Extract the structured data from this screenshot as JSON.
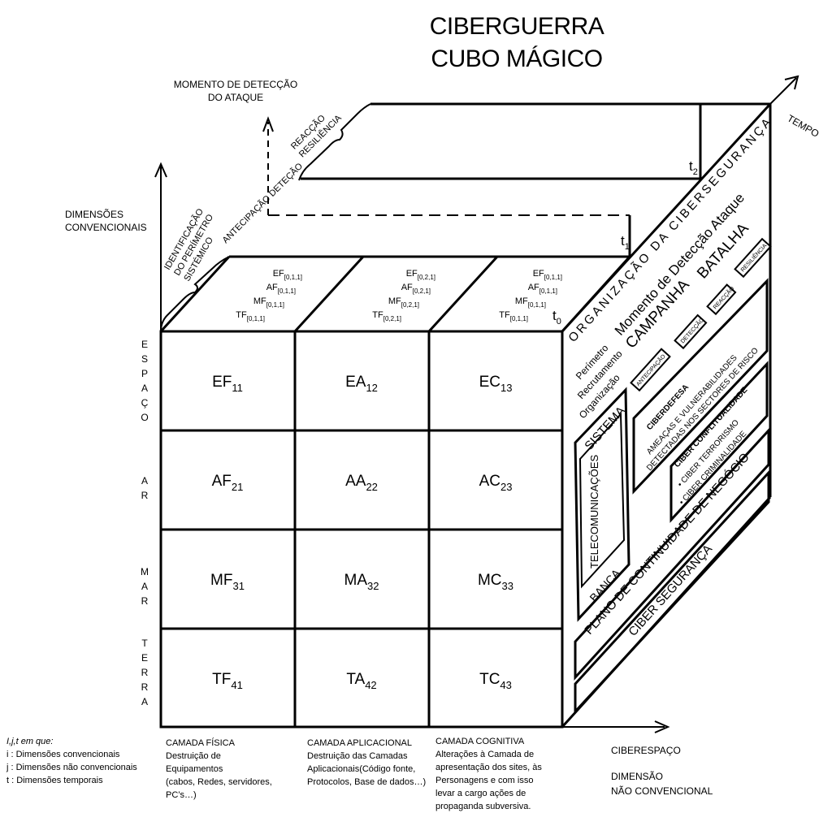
{
  "title": {
    "line1": "CIBERGUERRA",
    "line2": "CUBO MÁGICO"
  },
  "axes": {
    "momento": [
      "MOMENTO DE DETECÇÃO",
      "DO ATAQUE"
    ],
    "dimensoes": [
      "DIMENSÕES",
      "CONVENCIONAIS"
    ],
    "tempo": "TEMPO",
    "ciberespaco": "CIBERESPAÇO",
    "dimensao_nc": [
      "DIMENSÃO",
      "NÃO CONVENCIONAL"
    ]
  },
  "phases": {
    "identificacao": [
      "IDENTIFICAÇÃO",
      "DO PERÍMETRO",
      "SISTÉMICO"
    ],
    "antecipacao": "ANTECIPAÇÃO DETEÇÃO",
    "reaccao": [
      "REACÇÃO",
      "RESILIÊNCIA"
    ]
  },
  "time_marks": {
    "t0": {
      "base": "t",
      "sub": "0"
    },
    "t1": {
      "base": "t",
      "sub": "1"
    },
    "t2": {
      "base": "t",
      "sub": "2"
    }
  },
  "top_face": [
    [
      {
        "base": "EF",
        "sub": "[0,1,1]"
      },
      {
        "base": "AF",
        "sub": "[0,1,1]"
      },
      {
        "base": "MF",
        "sub": "[0,1,1]"
      },
      {
        "base": "TF",
        "sub": "[0,1,1]"
      }
    ],
    [
      {
        "base": "EF",
        "sub": "[0,2,1]"
      },
      {
        "base": "AF",
        "sub": "[0,2,1]"
      },
      {
        "base": "MF",
        "sub": "[0,2,1]"
      },
      {
        "base": "TF",
        "sub": "[0,2,1]"
      }
    ],
    [
      {
        "base": "EF",
        "sub": "[0,1,1]"
      },
      {
        "base": "AF",
        "sub": "[0,1,1]"
      },
      {
        "base": "MF",
        "sub": "[0,1,1]"
      },
      {
        "base": "TF",
        "sub": "[0,1,1]"
      }
    ]
  ],
  "grid": [
    [
      {
        "base": "EF",
        "sub": "11"
      },
      {
        "base": "EA",
        "sub": "12"
      },
      {
        "base": "EC",
        "sub": "13"
      }
    ],
    [
      {
        "base": "AF",
        "sub": "21"
      },
      {
        "base": "AA",
        "sub": "22"
      },
      {
        "base": "AC",
        "sub": "23"
      }
    ],
    [
      {
        "base": "MF",
        "sub": "31"
      },
      {
        "base": "MA",
        "sub": "32"
      },
      {
        "base": "MC",
        "sub": "33"
      }
    ],
    [
      {
        "base": "TF",
        "sub": "41"
      },
      {
        "base": "TA",
        "sub": "42"
      },
      {
        "base": "TC",
        "sub": "43"
      }
    ]
  ],
  "row_labels": [
    "ESPAÇO",
    "AR",
    "MAR",
    "TERRA"
  ],
  "right_face": {
    "organizacao": "ORGANIZAÇÃO DA CIBERSEGURANÇA",
    "momento": "Momento de Detecção Ataque",
    "campanha": "CAMPANHA",
    "batalha": "BATALHA",
    "perimetro": "Perímetro",
    "recrutamento": "Recrutamento",
    "organizacao_small": "Organização",
    "antecipacao": "ANTECIPAÇÃO",
    "deteccao": "DETECÇÃO",
    "reaccao": "REACÇÃO",
    "resiliencia": "RESILIÊNCIA",
    "sistema": "SISTEMA",
    "telecom": "TELECOMUNICAÇÕES",
    "banca": "BANCA",
    "ciberdefesa": "CIBERDEFESA",
    "ameacas": "AMEAÇAS E VULNERABILIDADES",
    "detectadas": "DETECTADAS NOS SECTORES DE RISCO",
    "conflitualidade": "CIBER CONFLITUALIDADE",
    "terrorismo": "• CIBER TERRORISMO",
    "criminalidade": "• CIBER CRIMINALIDADE",
    "plano": "PLANO DE CONTINUIDADE DE NEGÓCIO",
    "seguranca": "CIBER SEGURANÇA"
  },
  "legend": {
    "line0": "I,j,t em que:",
    "line1": "i : Dimensões convencionais",
    "line2": "j : Dimensões não convencionais",
    "line3": "t : Dimensões temporais"
  },
  "footnotes": [
    [
      "CAMADA FÍSICA",
      "Destruição de",
      "Equipamentos",
      "(cabos, Redes,  servidores,",
      "PC’s…)"
    ],
    [
      "CAMADA APLICACIONAL",
      "Destruição das Camadas",
      "Aplicacionais(Código fonte,",
      "Protocolos, Base de dados…)"
    ],
    [
      "CAMADA  COGNITIVA",
      "Alterações à Camada de",
      "apresentação dos sites, às",
      "Personagens e com isso",
      "levar a cargo ações de",
      "propaganda subversiva."
    ]
  ]
}
